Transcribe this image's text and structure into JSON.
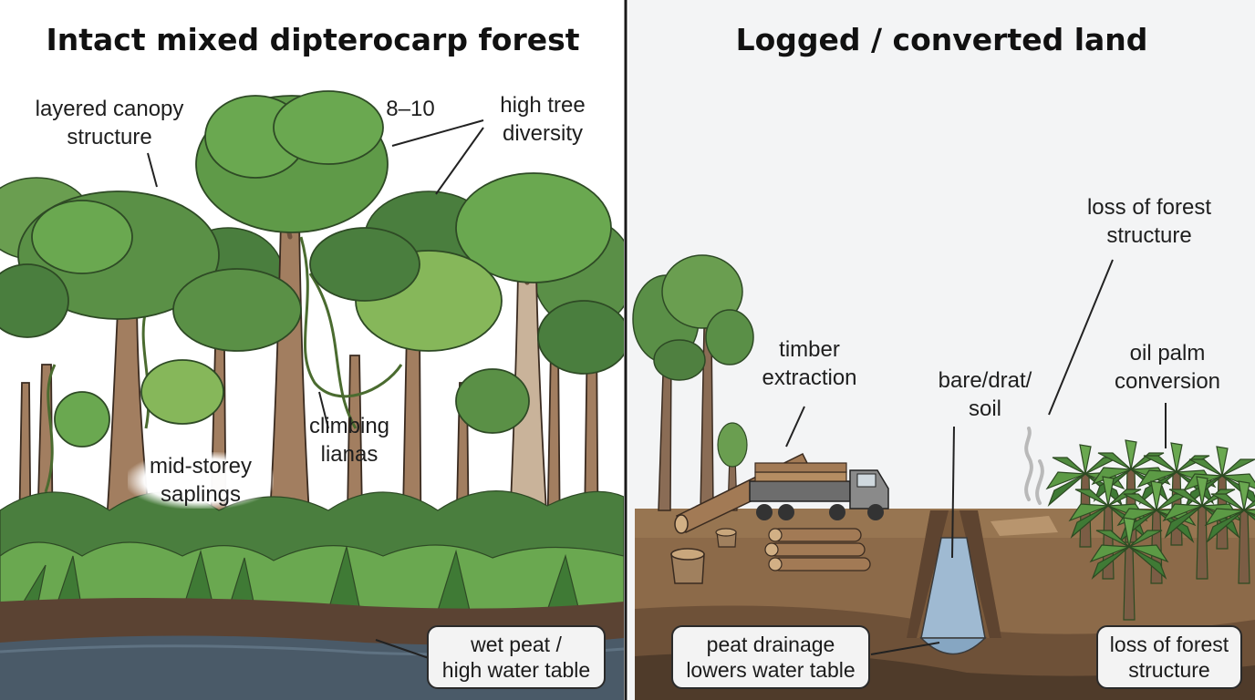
{
  "left_panel": {
    "title": "Intact mixed dipterocarp forest",
    "labels": {
      "canopy": "layered canopy\nstructure",
      "count": "8–10",
      "diversity": "high tree\ndiversity",
      "lianas": "climbing\nlianas",
      "saplings": "mid-storey\nsaplings",
      "peat": "wet peat /\nhigh water table"
    }
  },
  "right_panel": {
    "title": "Logged / converted land",
    "labels": {
      "loss_top": "loss of forest\nstructure",
      "timber": "timber\nextraction",
      "bare_soil": "bare/drat/\nsoil",
      "oil_palm": "oil palm\nconversion",
      "drainage": "peat drainage\nlowers water table",
      "loss_bottom": "loss of forest\nstructure"
    }
  },
  "colors": {
    "sky": "#ffffff",
    "right_sky": "#f3f4f5",
    "canopy_dark": "#3f7a3a",
    "canopy_mid": "#5f9a48",
    "canopy_light": "#86b75a",
    "trunk": "#9a7356",
    "soil": "#8a6646",
    "peat_water": "#4a5a68",
    "drain_water": "#9fb9d0",
    "palm": "#4f8a3e"
  },
  "icons": [
    "log-truck-icon",
    "tree-stump-icon",
    "log-pile-icon",
    "smoke-icon",
    "oil-palm-icon",
    "divider-line"
  ]
}
